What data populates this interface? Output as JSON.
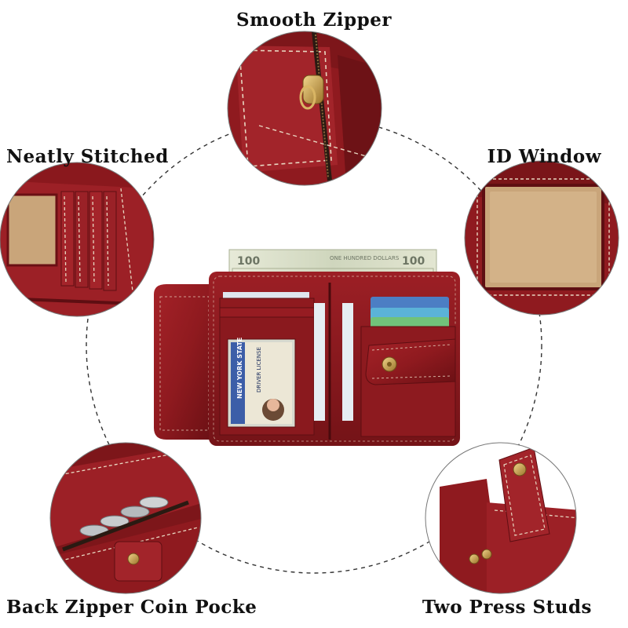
{
  "labels": {
    "top": "Smooth Zipper",
    "left": "Neatly Stitched",
    "right": "ID Window",
    "bottom_left": "Back Zipper Coin Pocke",
    "bottom_right": "Two Press Studs"
  },
  "banknote": {
    "denomination": "100",
    "text": "ONE HUNDRED DOLLARS"
  },
  "id_card": {
    "state": "NEW YORK STATE",
    "type": "DRIVER LICENSE"
  },
  "colors": {
    "leather": "#8f1a1f",
    "leather_dark": "#5e0e12",
    "stitch": "#e8d6c0",
    "window": "#c9a57a",
    "brass": "#c8a04a"
  }
}
